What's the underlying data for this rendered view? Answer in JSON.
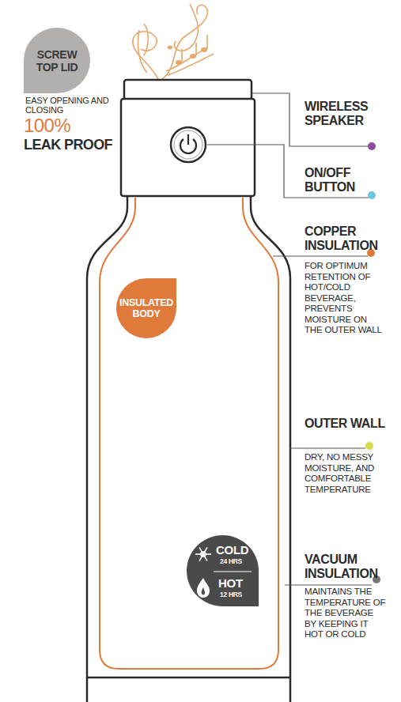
{
  "diagram": {
    "nodes": [
      {
        "text": [
          "SCREW TOP LID"
        ]
      },
      {
        "text": [
          "INSULATED BODY"
        ]
      },
      {
        "text": [
          "COLD",
          "24 HRS",
          "HOT",
          "12 HRS"
        ]
      }
    ],
    "labels": [
      "EASY OPENING AND CLOSING",
      "100%",
      "LEAK PROOF",
      "WIRELESS SPEAKER",
      "ON/OFF BUTTON",
      "COPPER INSULATION",
      "FOR OPTIMUM RETENTION OF HOT/COLD BEVERAGE, PREVENTS MOISTURE ON THE OUTER WALL",
      "OUTER WALL",
      "DRY, NO MESSY MOISTURE, AND COMFORTABLE TEMPERATURE",
      "VACUUM INSULATION",
      "MAINTAINS THE TEMPERATURE OF THE BEVERAGE BY KEEPING IT HOT OR COLD"
    ]
  }
}
